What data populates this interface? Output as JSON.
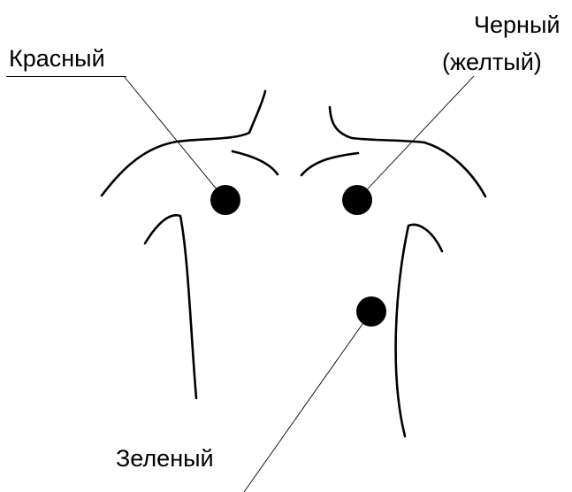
{
  "labels": {
    "red": "Красный",
    "black": "Черный",
    "black_alt": "(желтый)",
    "green": "Зеленый"
  },
  "colors": {
    "line": "#000000",
    "electrode": "#000000",
    "background": "#ffffff"
  }
}
